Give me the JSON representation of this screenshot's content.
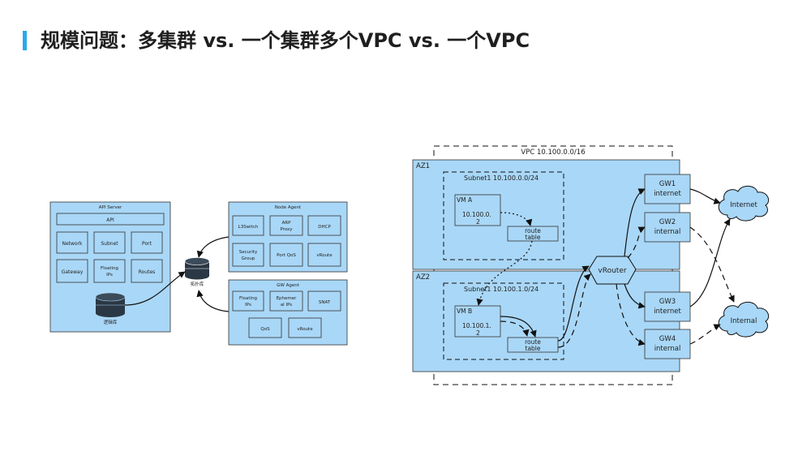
{
  "title": "规模问题：多集群 vs. 一个集群多个VPC vs. 一个VPC",
  "left_diagram": {
    "api_server": {
      "label": "API Server",
      "api": "API",
      "items": [
        "Network",
        "Subnet",
        "Port",
        "Gateway",
        "Floating IPs",
        "Routes"
      ],
      "db_label": "逻辑库"
    },
    "center_db_label": "拓扑库",
    "node_agent": {
      "label": "Node Agent",
      "items": [
        "L3Switch",
        "ARP Proxy",
        "DHCP",
        "Security Group",
        "Port QoS",
        "vRoute"
      ]
    },
    "gw_agent": {
      "label": "GW Agent",
      "items": [
        "Floating IPs",
        "Ephemeral IPs",
        "SNAT",
        "QoS",
        "vRoute"
      ]
    }
  },
  "right_diagram": {
    "vpc_label": "VPC 10.100.0.0/16",
    "az1": {
      "label": "AZ1",
      "subnet": "Subnet1 10.100.0.0/24",
      "vm": "VM A",
      "vm_ip_1": "10.100.0.",
      "vm_ip_2": "2",
      "route_table_1": "route",
      "route_table_2": "table"
    },
    "az2": {
      "label": "AZ2",
      "subnet": "Subnet1 10.100.1.0/24",
      "vm": "VM B",
      "vm_ip_1": "10.100.1.",
      "vm_ip_2": "2",
      "route_table_1": "route",
      "route_table_2": "table"
    },
    "vrouter": "vRouter",
    "gateways": [
      {
        "name": "GW1",
        "type": "internet"
      },
      {
        "name": "GW2",
        "type": "internal"
      },
      {
        "name": "GW3",
        "type": "internet"
      },
      {
        "name": "GW4",
        "type": "internal"
      }
    ],
    "clouds": [
      "Internet",
      "Internal"
    ]
  }
}
